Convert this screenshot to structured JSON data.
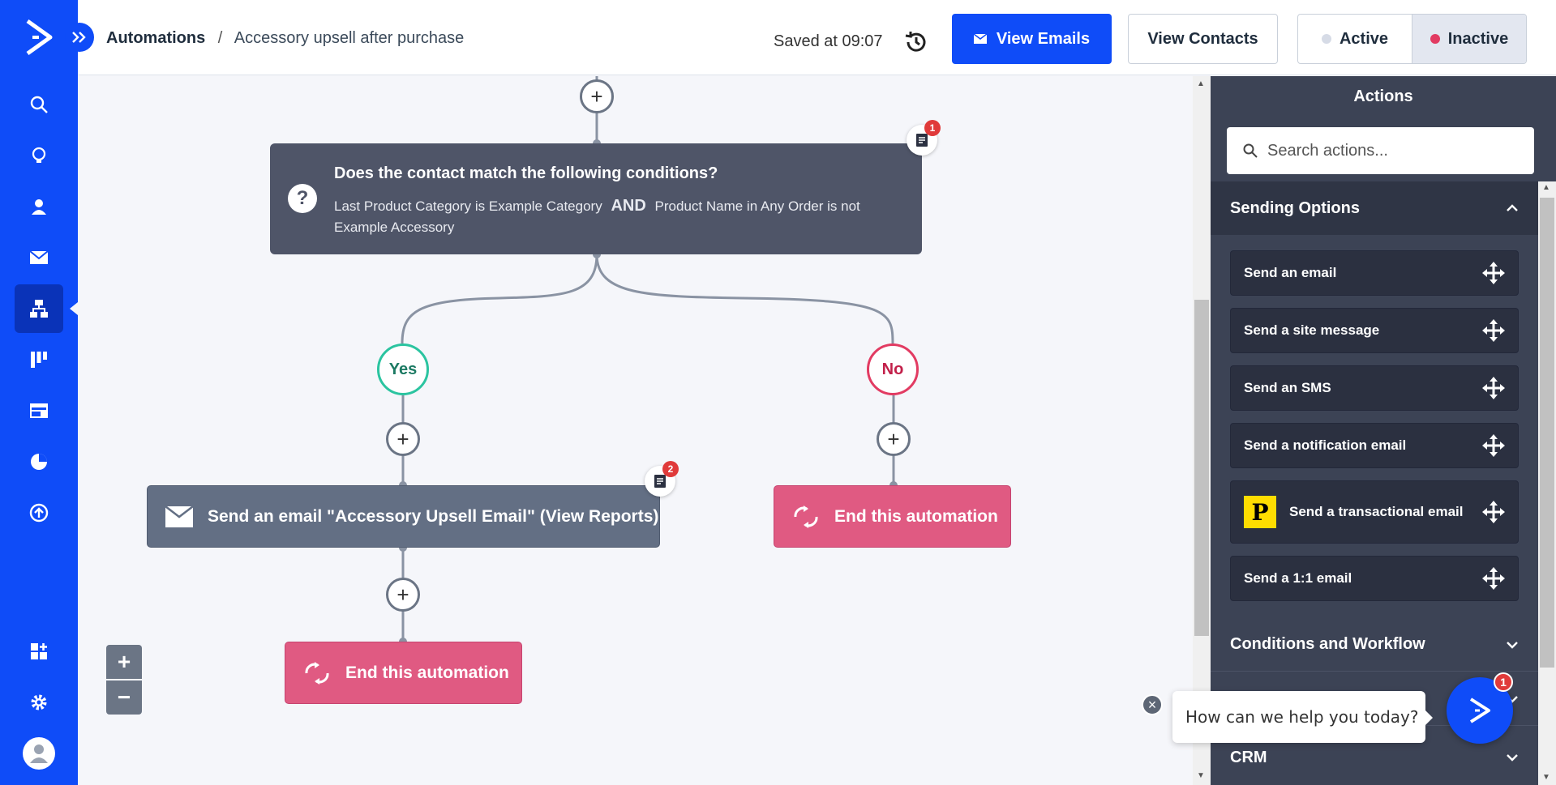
{
  "header": {
    "breadcrumb_root": "Automations",
    "breadcrumb_separator": "/",
    "breadcrumb_current": "Accessory upsell after purchase",
    "saved_text": "Saved at 09:07",
    "view_emails_label": "View Emails",
    "view_contacts_label": "View Contacts",
    "status": {
      "active_label": "Active",
      "inactive_label": "Inactive",
      "selected": "Inactive",
      "active_dot_color": "#d6dbe6",
      "inactive_dot_color": "#e23b62"
    }
  },
  "nav": {
    "items": [
      "search-icon",
      "lightbulb-icon",
      "contact-icon",
      "envelope-icon",
      "automation-icon",
      "pipeline-icon",
      "website-icon",
      "reports-icon",
      "upload-icon"
    ],
    "active": "automation-icon",
    "bottom_items": [
      "apps-icon",
      "gear-icon",
      "avatar-icon"
    ],
    "accent_color": "#0f4cf8"
  },
  "workflow": {
    "condition": {
      "title": "Does the contact match the following conditions?",
      "part1": "Last Product Category is Example Category",
      "operator": "AND",
      "part2": "Product Name in Any Order is not Example Accessory",
      "notes_count": "1"
    },
    "yes_label": "Yes",
    "no_label": "No",
    "email_action": {
      "label": "Send an email \"Accessory Upsell Email\" (View Reports)",
      "notes_count": "2"
    },
    "end_yes_label": "End this automation",
    "end_no_label": "End this automation",
    "add_symbol": "+",
    "zoom_in": "+",
    "zoom_out": "−"
  },
  "panel": {
    "title": "Actions",
    "search_placeholder": "Search actions...",
    "sections": [
      {
        "label": "Sending Options",
        "open": true,
        "items": [
          "Send an email",
          "Send a site message",
          "Send an SMS",
          "Send a notification email",
          "Send a transactional email",
          "Send a 1:1 email"
        ]
      },
      {
        "label": "Conditions and Workflow",
        "open": false
      },
      {
        "label": "CRM",
        "open": false
      }
    ],
    "transactional_logo_letter": "P"
  },
  "chat": {
    "message": "How can we help you today?",
    "close_symbol": "×",
    "badge_count": "1"
  }
}
